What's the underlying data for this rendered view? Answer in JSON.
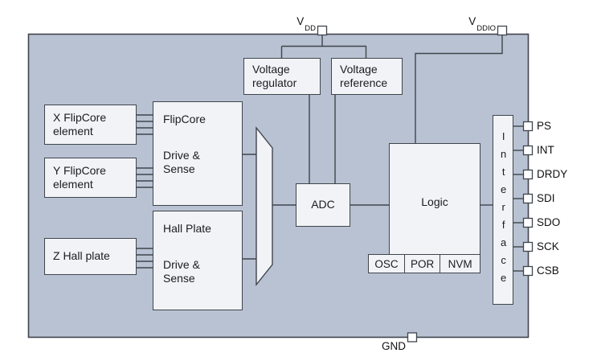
{
  "diagram": {
    "blocks": {
      "x_flipcore": "X FlipCore element",
      "y_flipcore": "Y FlipCore element",
      "z_hall": "Z Hall plate",
      "flipcore_ds_title": "FlipCore",
      "flipcore_ds_sub": "Drive & Sense",
      "hall_ds_title": "Hall Plate",
      "hall_ds_sub": "Drive & Sense",
      "vreg": "Voltage regulator",
      "vref": "Voltage reference",
      "adc": "ADC",
      "logic": "Logic",
      "osc": "OSC",
      "por": "POR",
      "nvm": "NVM",
      "interface": "Interface"
    },
    "pins": {
      "vdd_base": "V",
      "vdd_sub": "DD",
      "vddio_base": "V",
      "vddio_sub": "DDIO",
      "gnd": "GND",
      "right": [
        "PS",
        "INT",
        "DRDY",
        "SDI",
        "SDO",
        "SCK",
        "CSB"
      ]
    },
    "colors": {
      "chip_fill": "#b8c2d2",
      "box_fill": "#f1f3f7",
      "line": "#40454d",
      "pin_fill": "#ffffff"
    }
  }
}
